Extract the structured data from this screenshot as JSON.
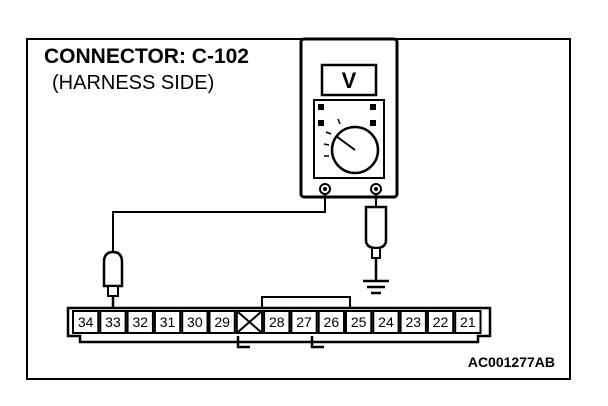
{
  "diagram": {
    "title": "CONNECTOR: C-102",
    "subtitle": "(HARNESS SIDE)",
    "figure_code": "AC001277AB",
    "meter": {
      "display_letter": "V",
      "icon": "voltmeter-icon"
    },
    "probe_icon": "test-probe-icon",
    "ground_icon": "ground-symbol-icon",
    "connector": {
      "pins": [
        "34",
        "33",
        "32",
        "31",
        "30",
        "29",
        "",
        "28",
        "27",
        "26",
        "25",
        "24",
        "23",
        "22",
        "21"
      ],
      "blank_pin_index": 6,
      "probed_pin": "33"
    },
    "colors": {
      "ink": "#000000",
      "background": "#ffffff"
    }
  }
}
